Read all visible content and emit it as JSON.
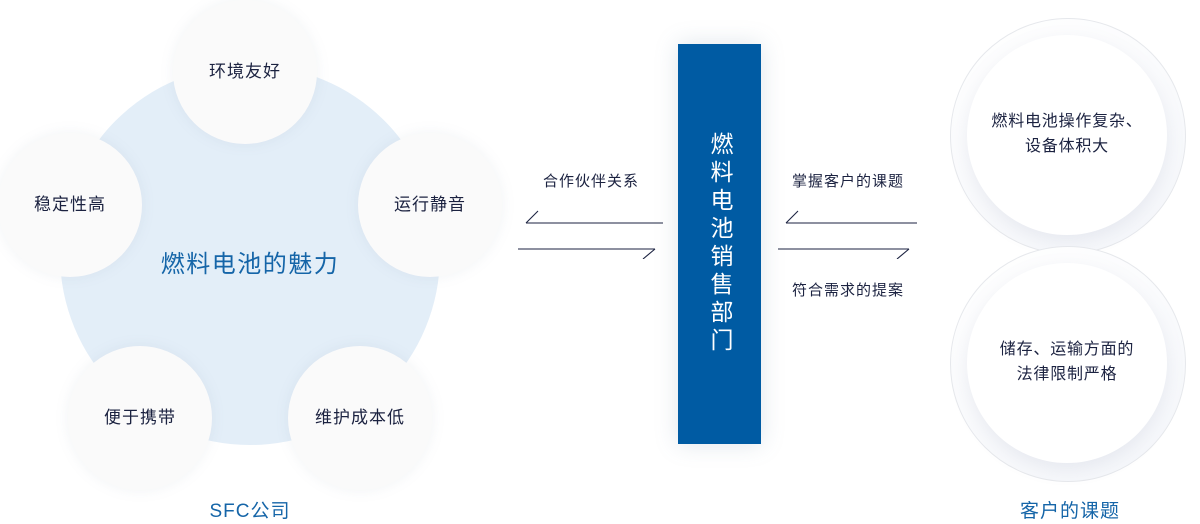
{
  "diagram": {
    "left_cluster": {
      "center_label": "燃料电池的魅力",
      "caption": "SFC公司",
      "petals": [
        {
          "label": "环境友好"
        },
        {
          "label": "运行静音"
        },
        {
          "label": "维护成本低"
        },
        {
          "label": "便于携带"
        },
        {
          "label": "稳定性高"
        }
      ]
    },
    "pillar": {
      "label": "燃料电池销售部门",
      "color": "#005ba3"
    },
    "arrows": {
      "left": {
        "top_label": "合作伙伴关系",
        "bottom_label": ""
      },
      "right": {
        "top_label": "掌握客户的课题",
        "bottom_label": "符合需求的提案"
      }
    },
    "right_cluster": {
      "caption": "客户的课题",
      "bubbles": [
        {
          "line1": "燃料电池操作复杂、",
          "line2": "设备体积大"
        },
        {
          "line1": "储存、运输方面的",
          "line2": "法律限制严格"
        }
      ]
    },
    "colors": {
      "accent_blue": "#1565a8",
      "pillar_blue": "#005ba3",
      "pale_blue": "#e3eef8",
      "text_dark": "#1b2240"
    }
  }
}
